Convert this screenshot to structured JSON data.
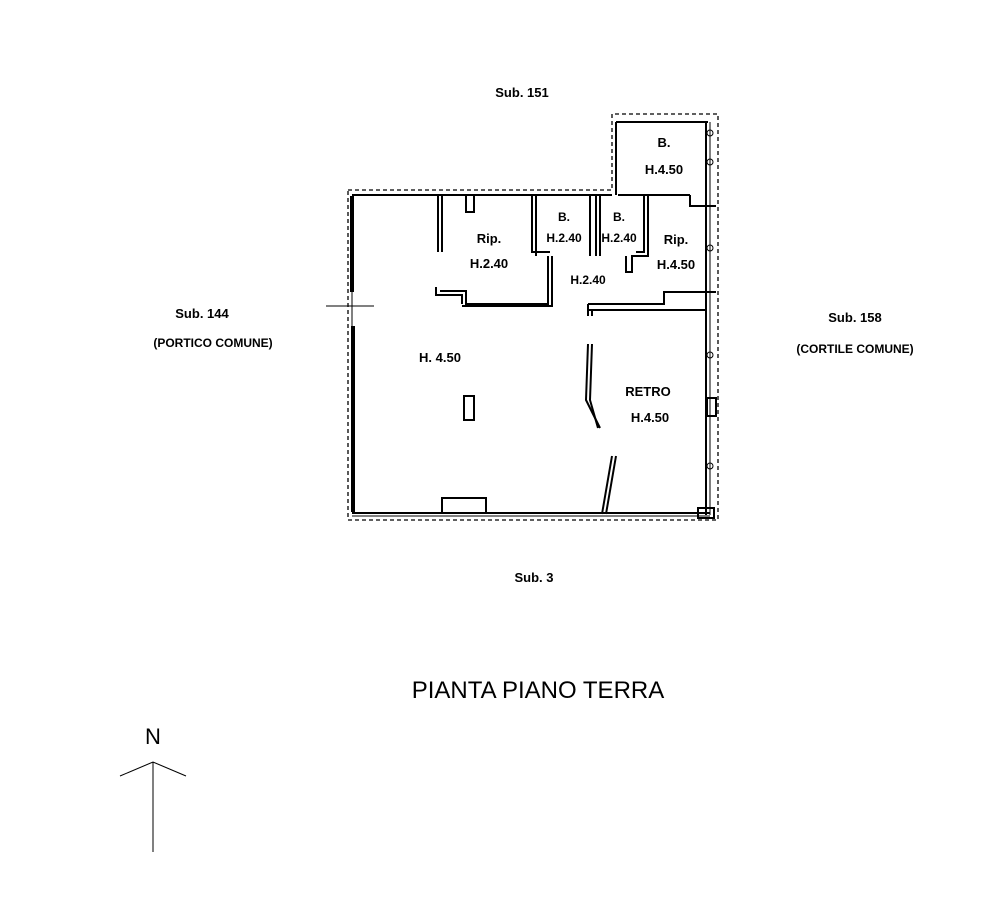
{
  "neighbors": {
    "north": "Sub. 151",
    "south": "Sub. 3",
    "west": "Sub. 144",
    "west_note": "(PORTICO COMUNE)",
    "east": "Sub. 158",
    "east_note": "(CORTILE COMUNE)"
  },
  "rooms": {
    "bath_ne_name": "B.",
    "bath_ne_height": "H.4.50",
    "bath1_name": "B.",
    "bath1_height": "H.2.40",
    "bath2_name": "B.",
    "bath2_height": "H.2.40",
    "storage_w_name": "Rip.",
    "storage_w_height": "H.2.40",
    "storage_e_name": "Rip.",
    "storage_e_height": "H.4.50",
    "corridor_height": "H.2.40",
    "main_height": "H. 4.50",
    "retro_name": "RETRO",
    "retro_height": "H.4.50"
  },
  "title": "PIANTA PIANO TERRA",
  "north_arrow": "N",
  "colors": {
    "ink": "#000000",
    "paper": "#ffffff"
  }
}
